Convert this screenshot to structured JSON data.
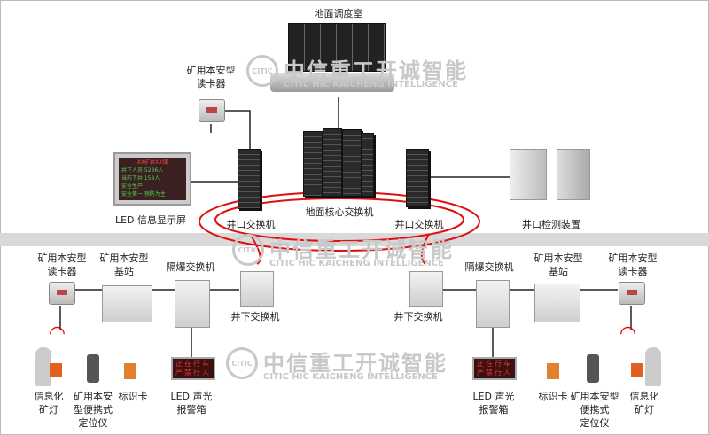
{
  "top": {
    "control_room": "地面调度室",
    "surface_reader": "矿用本安型\n读卡器",
    "led_display": "LED 信息显示屏",
    "led_display_screen": {
      "title": "XX矿井XX煤",
      "lines": [
        "井下人员 5236人",
        "当前下井 158人",
        "安全生产",
        "安全第一 预防为主"
      ]
    },
    "shaft_switch_left": "井口交换机",
    "core_switch": "地面核心交换机",
    "shaft_switch_right": "井口交换机",
    "shaft_detector": "井口检测装置"
  },
  "watermark": {
    "cn": "中信重工开诚智能",
    "en_short": "CITIC HIC KAICHENG INTELLIGENCE",
    "logo": "CITIC"
  },
  "left": {
    "reader": "矿用本安型\n读卡器",
    "base_station": "矿用本安型\n基站",
    "flameproof_switch": "隔爆交换机",
    "underground_switch": "井下交换机",
    "led_alarm": "LED 声光\n报警箱",
    "alarm_text": [
      "正在行车",
      "严禁行人"
    ],
    "cap_lamp": "信息化\n矿灯",
    "locator": "矿用本安\n型便携式\n定位仪",
    "id_card": "标识卡"
  },
  "right": {
    "reader": "矿用本安型\n读卡器",
    "base_station": "矿用本安型\n基站",
    "flameproof_switch": "隔爆交换机",
    "underground_switch": "井下交换机",
    "led_alarm": "LED 声光\n报警箱",
    "alarm_text": [
      "正在行车",
      "严禁行人"
    ],
    "cap_lamp": "信息化\n矿灯",
    "locator": "矿用本安型\n便携式\n定位仪",
    "id_card": "标识卡"
  },
  "colors": {
    "ring": "#e01010",
    "wifi": "#e00000",
    "band": "#d9d9d9"
  }
}
